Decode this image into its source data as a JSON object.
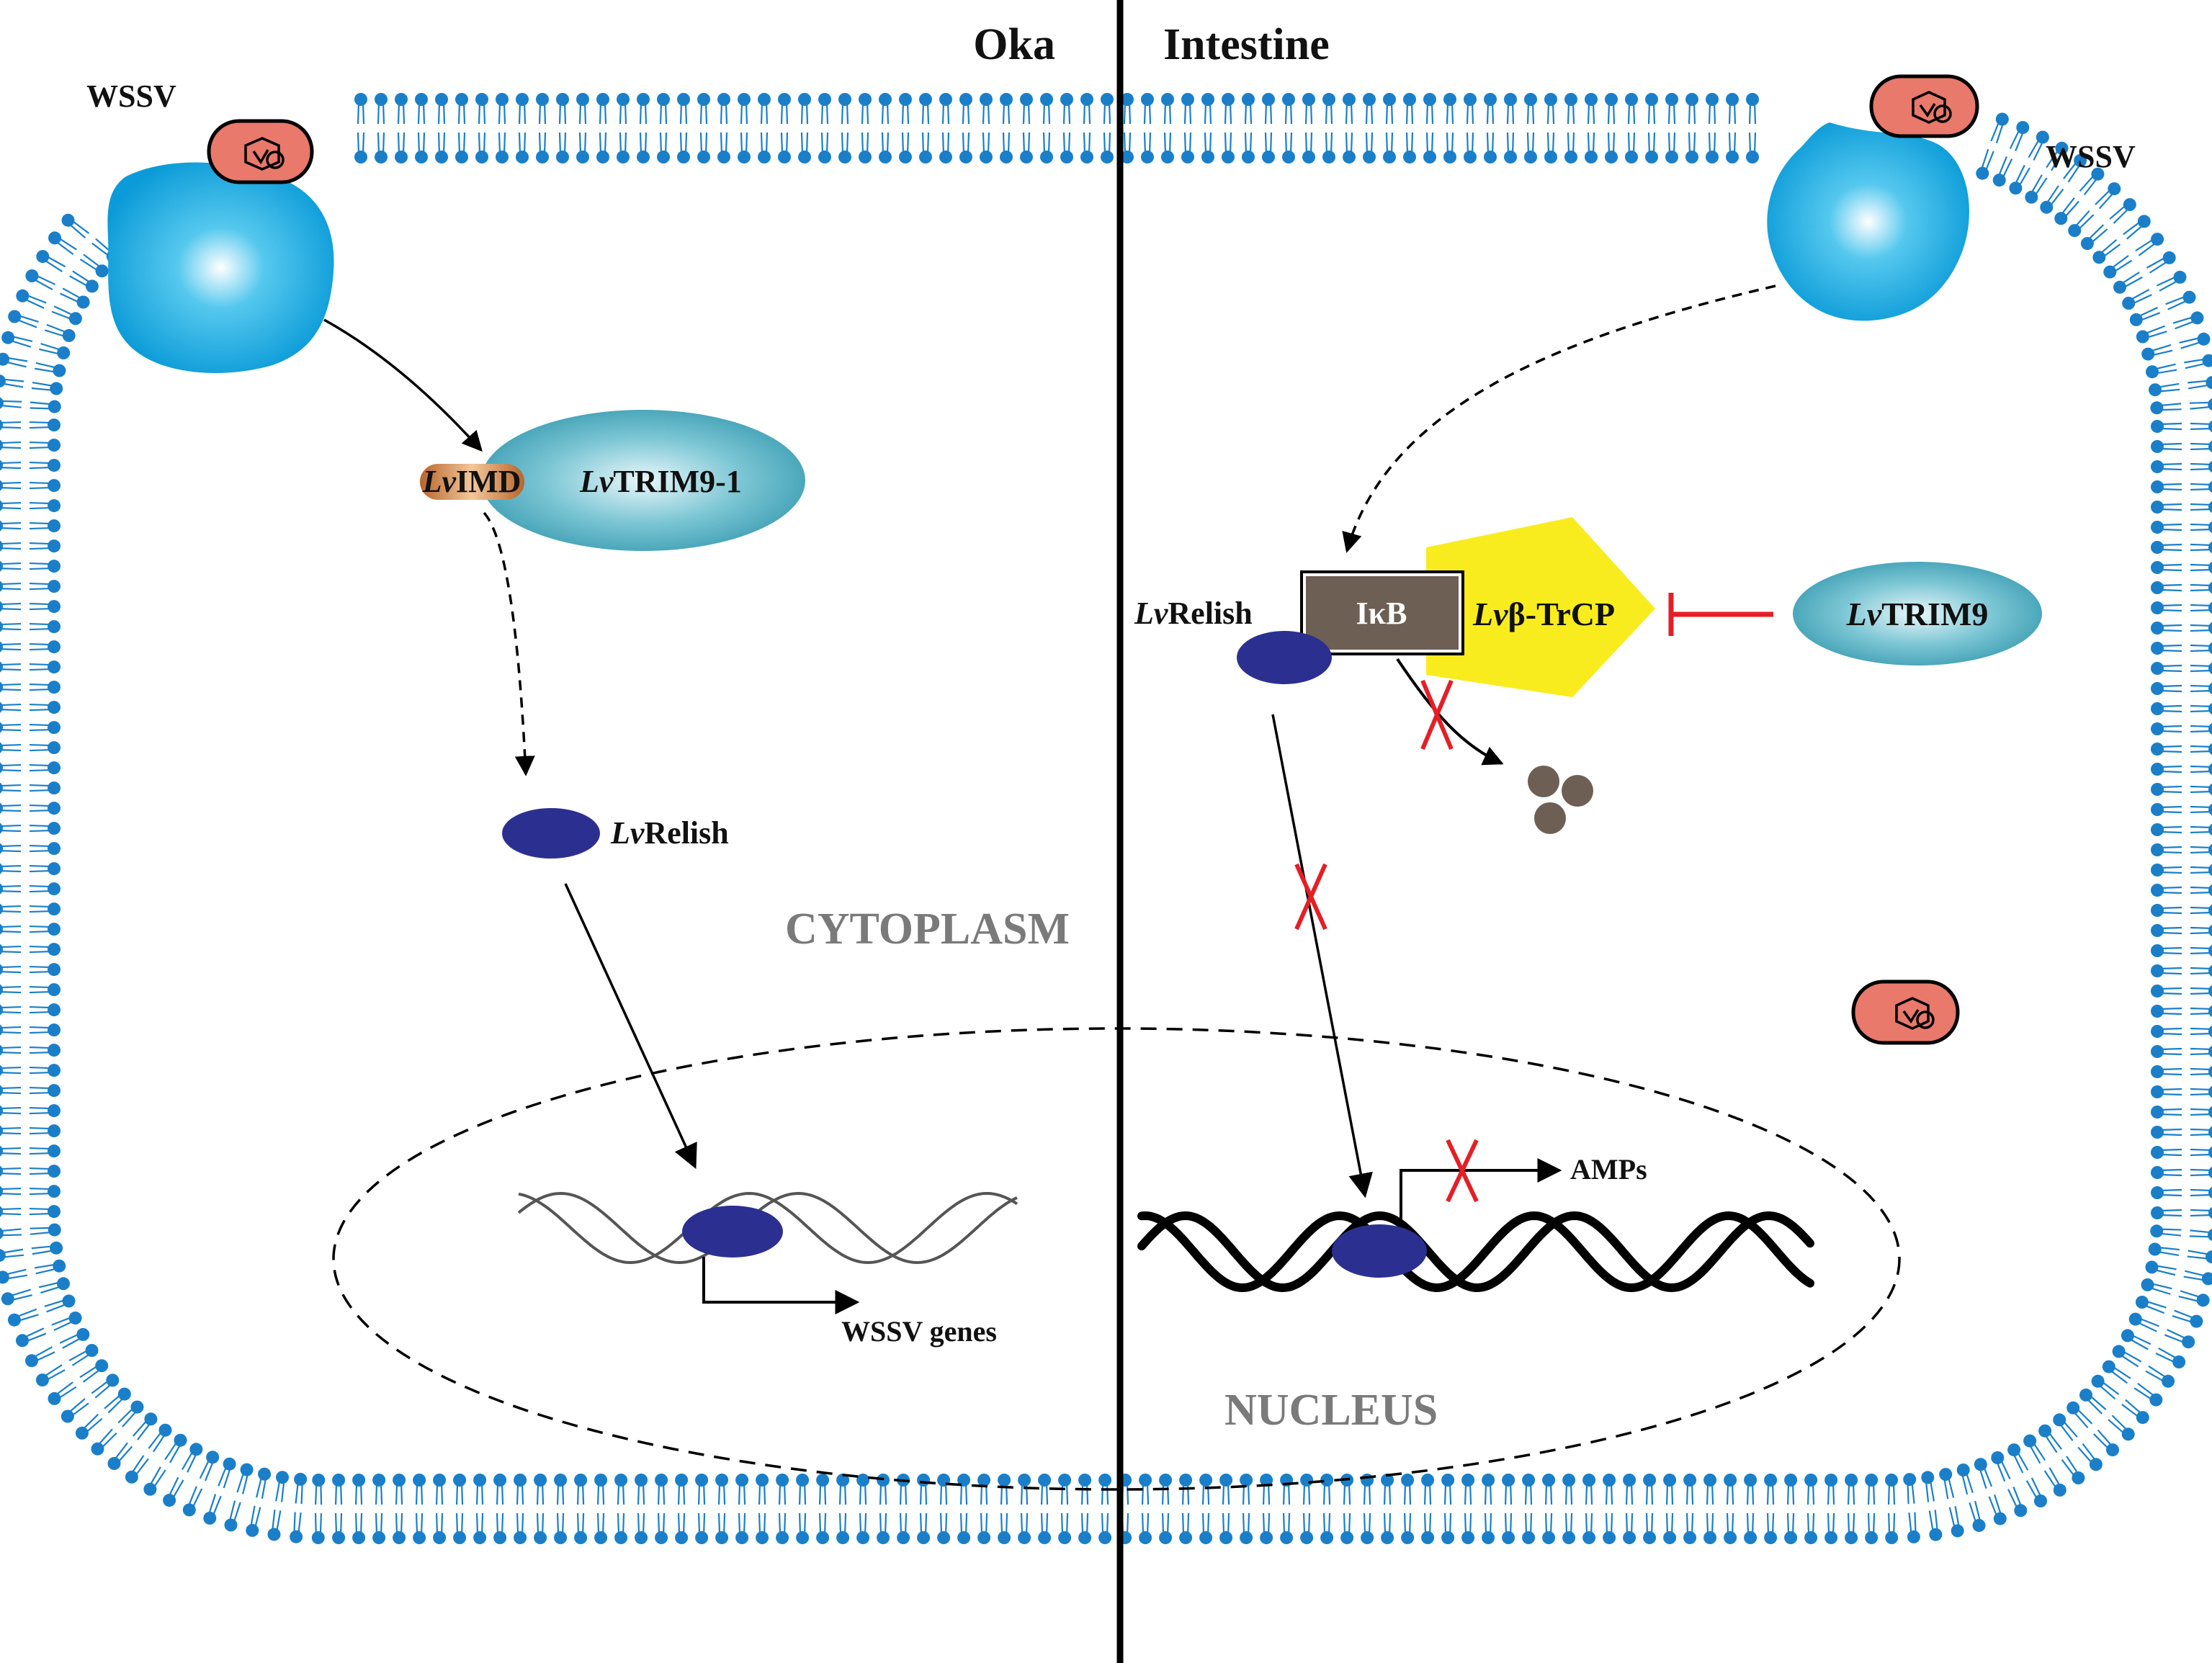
{
  "panels": {
    "left_title": "Oka",
    "right_title": "Intestine"
  },
  "regions": {
    "cytoplasm": "CYTOPLASM",
    "nucleus": "NUCLEUS"
  },
  "virus": {
    "label_left": "WSSV",
    "label_right": "WSSV"
  },
  "left_pathway": {
    "imd_prefix": "Lv",
    "imd_name": "IMD",
    "trim_prefix": "Lv",
    "trim_name": "TRIM9-1",
    "relish_prefix": "Lv",
    "relish_name": "Relish",
    "output": "WSSV genes"
  },
  "right_pathway": {
    "relish_prefix": "Lv",
    "relish_name": "Relish",
    "ikb": "IκB",
    "btrcp_prefix": "Lv",
    "btrcp_name": "β-TrCP",
    "trim_prefix": "Lv",
    "trim_name": "TRIM9",
    "output": "AMPs"
  },
  "colors": {
    "membrane": "#1a7fc8",
    "receptor": "#12a3de",
    "virus_body": "#e8796b",
    "relish": "#2b3090",
    "trim": "#49aabd",
    "imd": "#c6783f",
    "ikb": "#6e5f54",
    "btrcp": "#f9ec1e",
    "inhibit": "#e41f26",
    "debris": "#6e5f54"
  }
}
